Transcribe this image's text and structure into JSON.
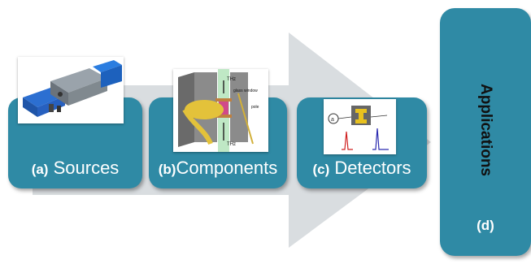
{
  "sources": {
    "letter": "(a)",
    "name": "Sources"
  },
  "components": {
    "letter": "(b)",
    "name": "Components",
    "diagram_labels": {
      "thz_top": "THz",
      "thz_bottom": "THz",
      "glass_window": "glass window",
      "side_label": "pole"
    }
  },
  "detectors": {
    "letter": "(c)",
    "name": "Detectors",
    "diagram_labels": {
      "a": "a"
    }
  },
  "applications": {
    "title": "Applications",
    "letter": "(d)"
  },
  "colors": {
    "card": "#2f8aa5",
    "arrow": "#d9dde0",
    "text_dark": "#111111"
  },
  "icons": [
    "terahertz-laser-source-image",
    "thz-component-cross-section-image",
    "detector-circuit-image"
  ]
}
